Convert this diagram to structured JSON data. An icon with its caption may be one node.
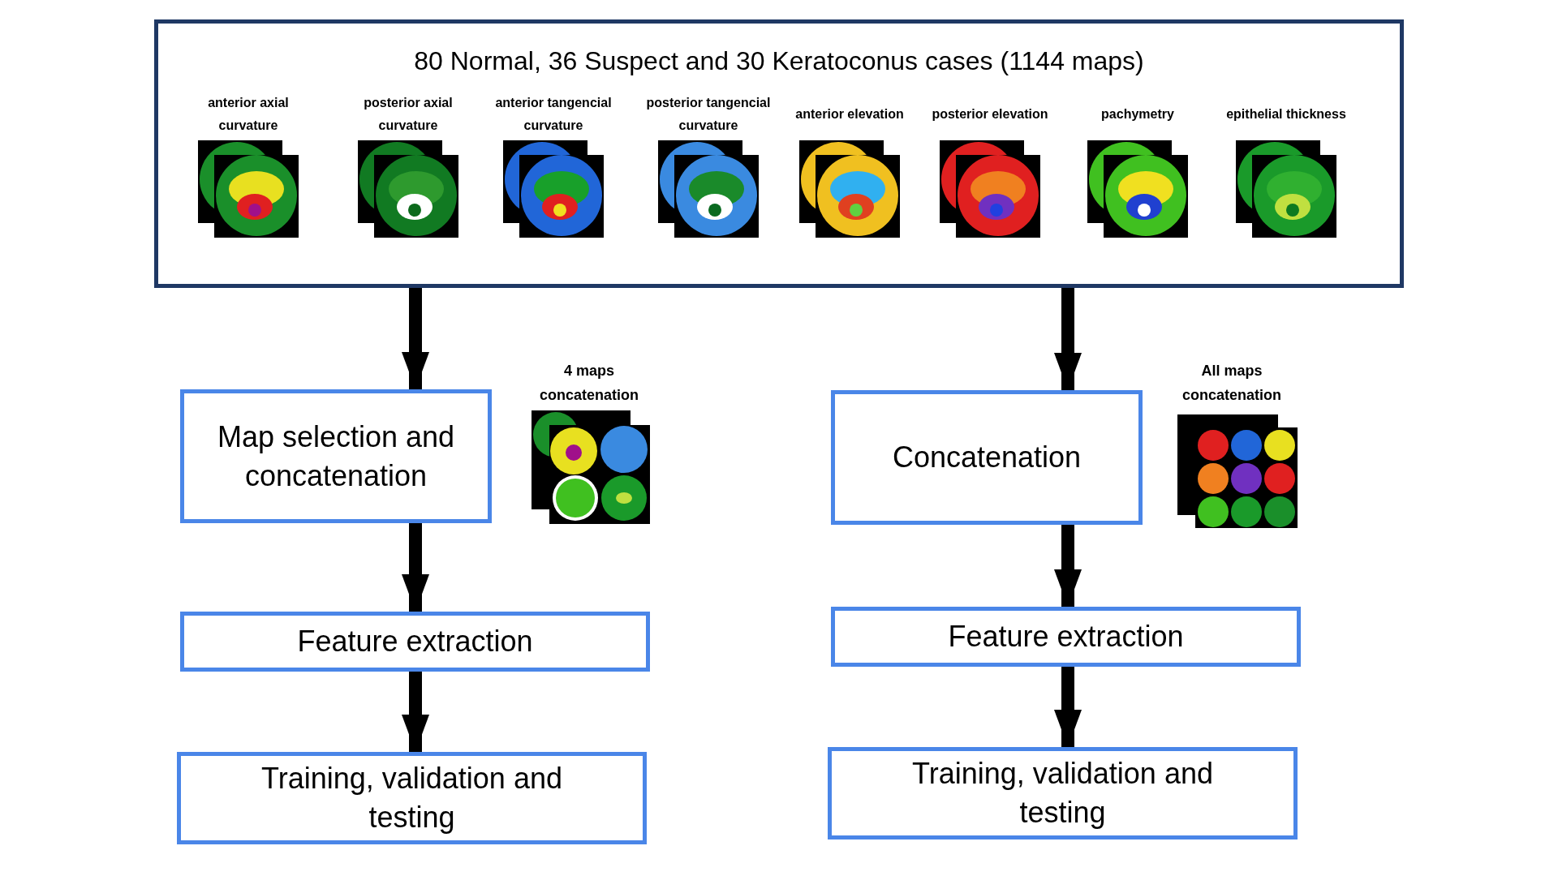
{
  "diagram": {
    "nodes": [
      {
        "text": [
          "80 Normal, 36 Suspect and 30 Keratoconus cases (1144 maps)"
        ]
      },
      {
        "text": [
          "anterior axial curvature"
        ],
        "in": 0
      },
      {
        "text": [
          "posterior axial curvature"
        ],
        "in": 0
      },
      {
        "text": [
          "anterior tangencial curvature"
        ],
        "in": 0
      },
      {
        "text": [
          "posterior tangencial curvature"
        ],
        "in": 0
      },
      {
        "text": [
          "anterior elevation"
        ],
        "in": 0
      },
      {
        "text": [
          "posterior elevation"
        ],
        "in": 0
      },
      {
        "text": [
          "pachymetry"
        ],
        "in": 0
      },
      {
        "text": [
          "epithelial thickness"
        ],
        "in": 0
      },
      {
        "text": [
          "Map selection and concatenation"
        ],
        "beside": [
          "4 maps concatenation"
        ]
      },
      {
        "text": [
          "Concatenation"
        ],
        "beside": [
          "All maps concatenation"
        ]
      },
      {
        "text": [
          "Feature extraction"
        ]
      },
      {
        "text": [
          "Feature extraction"
        ]
      },
      {
        "text": [
          "Training, validation and testing"
        ]
      },
      {
        "text": [
          "Training, validation and testing"
        ]
      }
    ],
    "edges": [
      {
        "from": 0,
        "to": 9,
        "arrow": "to"
      },
      {
        "from": 0,
        "to": 10,
        "arrow": "to"
      },
      {
        "from": 9,
        "to": 11,
        "arrow": "to"
      },
      {
        "from": 10,
        "to": 12,
        "arrow": "to"
      },
      {
        "from": 11,
        "to": 13,
        "arrow": "to"
      },
      {
        "from": 12,
        "to": 14,
        "arrow": "to"
      }
    ]
  }
}
